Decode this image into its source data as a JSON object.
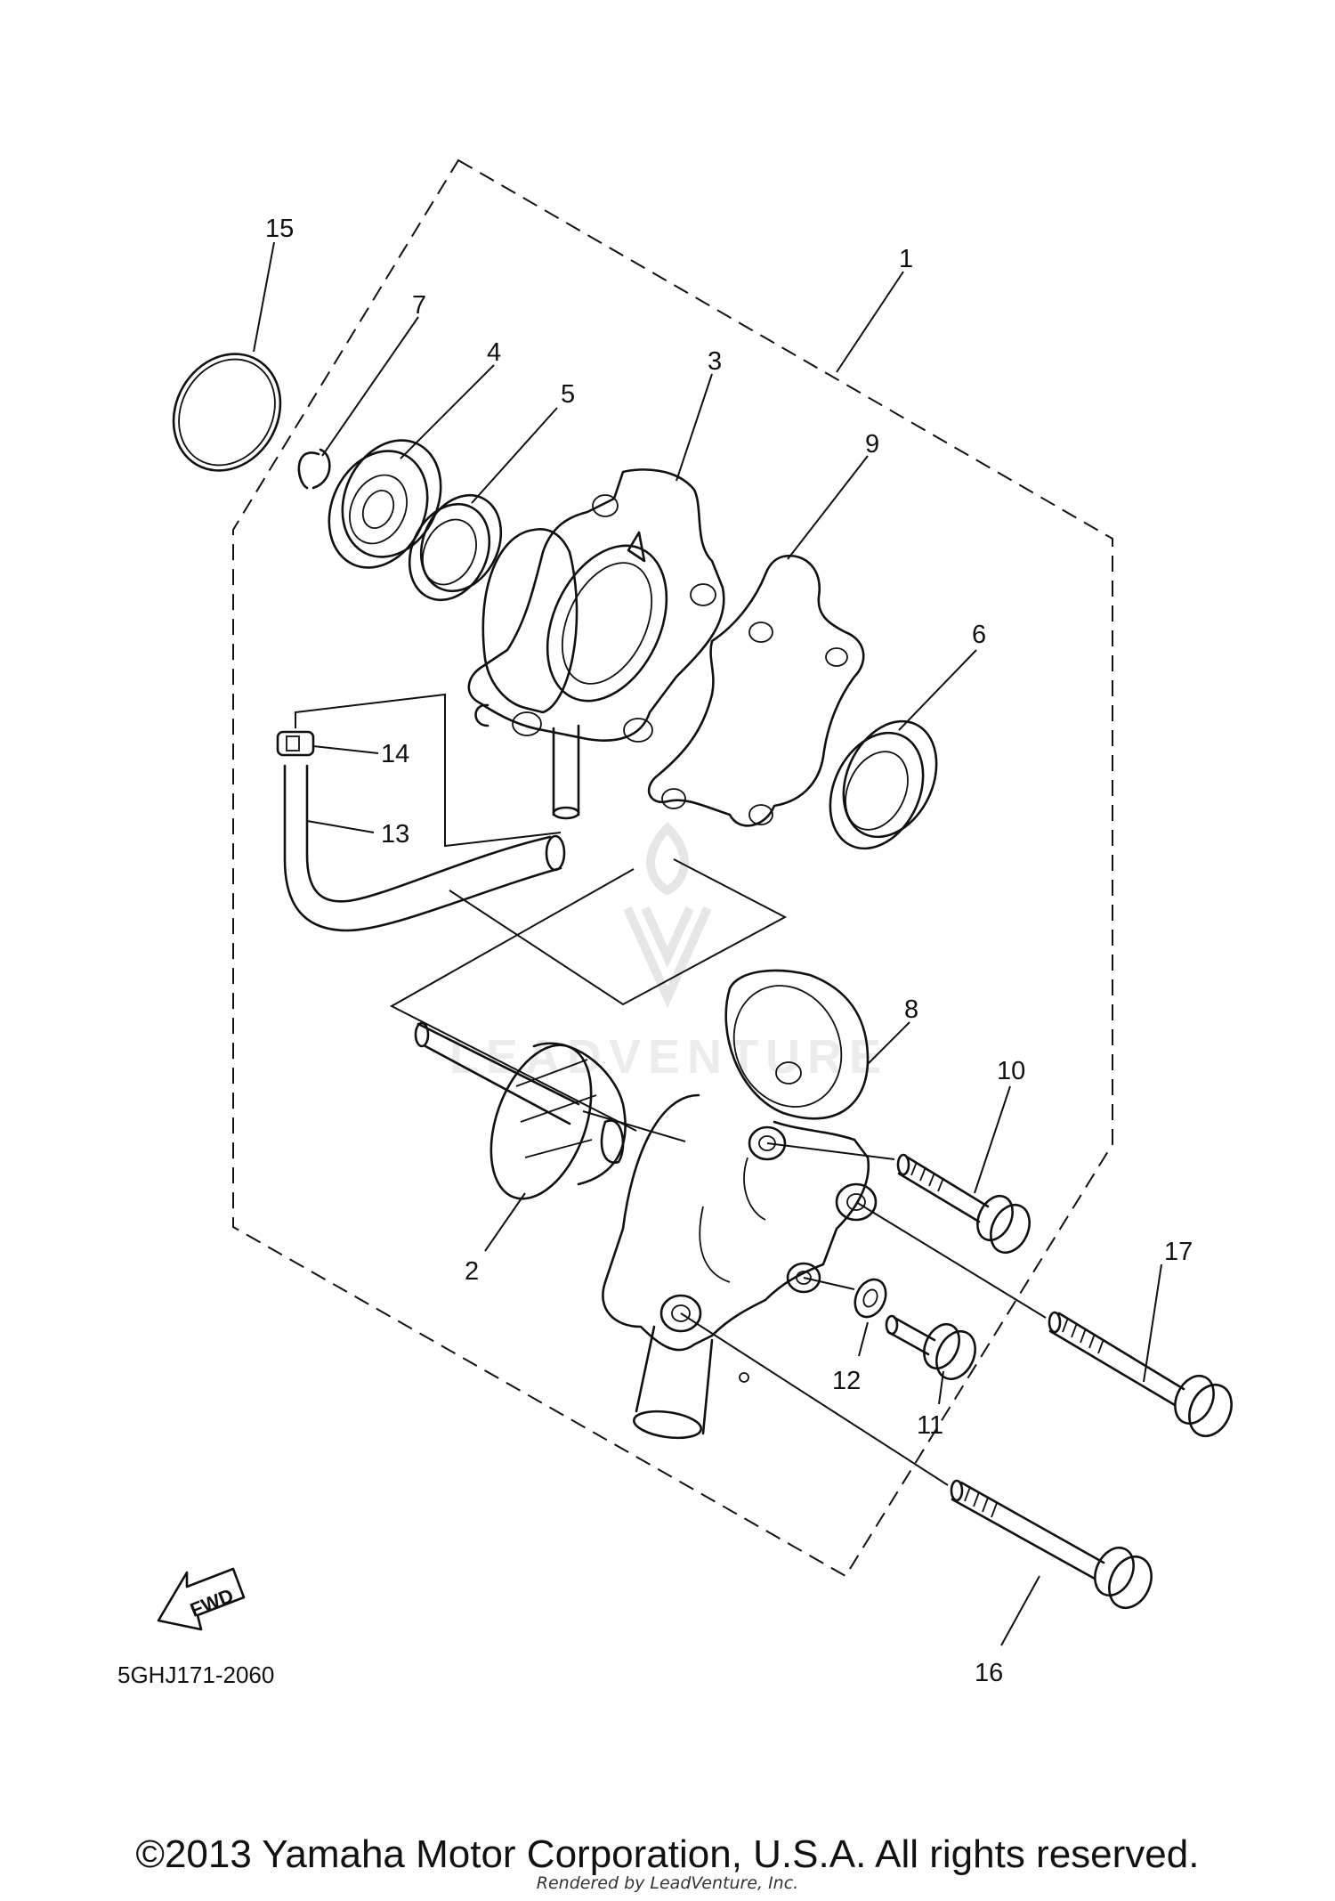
{
  "diagram_code": "5GHJ171-2060",
  "fwd_label": "FWD",
  "callouts": [
    "1",
    "2",
    "3",
    "4",
    "5",
    "6",
    "7",
    "8",
    "9",
    "10",
    "11",
    "12",
    "13",
    "14",
    "15",
    "16",
    "17"
  ],
  "watermark_text": "LEADVENTURE",
  "copyright": "©2013 Yamaha Motor Corporation, U.S.A. All rights reserved.",
  "rendered_by": "Rendered by LeadVenture, Inc."
}
